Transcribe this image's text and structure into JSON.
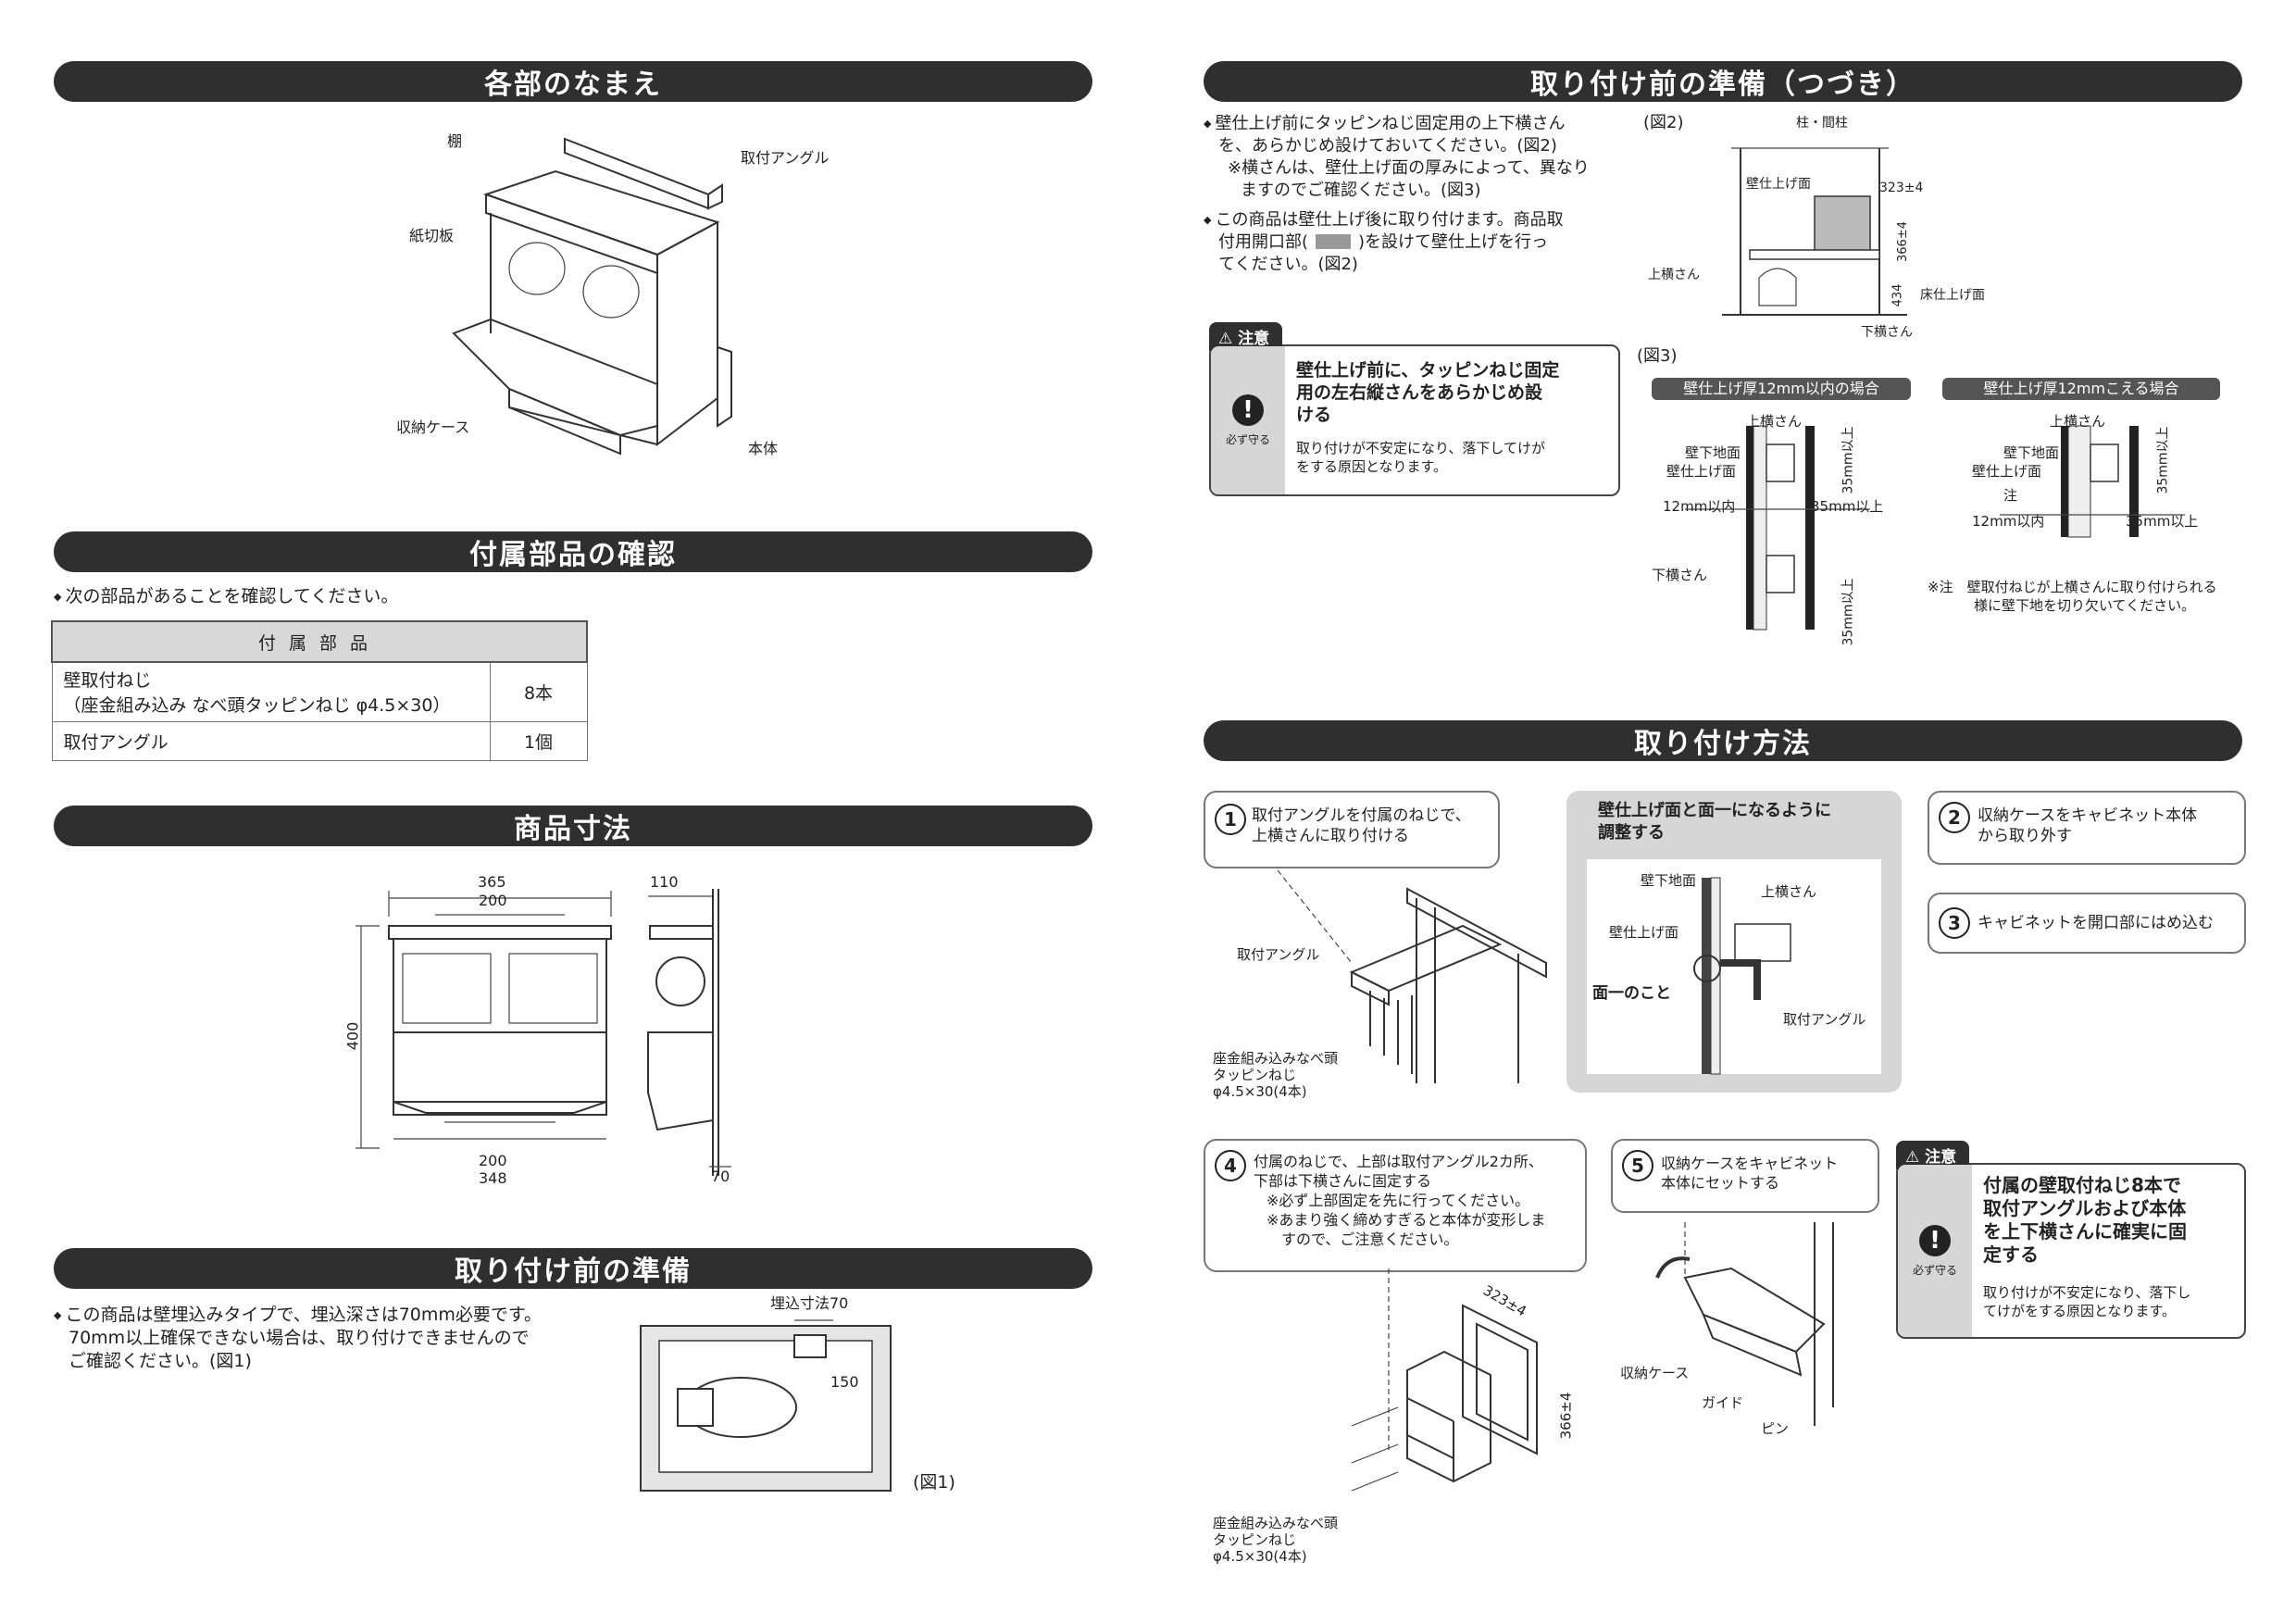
{
  "left": {
    "parts_names": {
      "title": "各部のなまえ",
      "labels": {
        "shelf": "棚",
        "mount_angle": "取付アングル",
        "paper_cutter": "紙切板",
        "storage_case": "収納ケース",
        "body": "本体"
      }
    },
    "accessories": {
      "title": "付属部品の確認",
      "intro": "次の部品があることを確認してください。",
      "table_header": "付属部品",
      "rows": [
        {
          "name": "壁取付ねじ",
          "sub": "（座金組み込み なべ頭タッピンねじ φ4.5×30）",
          "qty": "8本"
        },
        {
          "name": "取付アングル",
          "sub": "",
          "qty": "1個"
        }
      ]
    },
    "dimensions": {
      "title": "商品寸法",
      "labels": {
        "w_top": "365",
        "w_top_inner": "200",
        "height": "400",
        "w_bottom_inner": "200",
        "w_bottom": "348",
        "depth_top": "110",
        "depth_bottom": "70"
      }
    },
    "prep": {
      "title": "取り付け前の準備",
      "text": [
        "この商品は壁埋込みタイプで、埋込深さは70mm必要です。",
        "70mm以上確保できない場合は、取り付けできませんので",
        "ご確認ください。(図1)"
      ],
      "fig_labels": {
        "depth": "埋込寸法70",
        "dim": "150",
        "caption": "(図1)"
      }
    }
  },
  "right": {
    "prep_cont": {
      "title": "取り付け前の準備（つづき）",
      "bullet1": [
        "壁仕上げ前にタッピンねじ固定用の上下横さん",
        "を、あらかじめ設けておいてください。(図2)",
        "※横さんは、壁仕上げ面の厚みによって、異なり",
        "ますのでご確認ください。(図3)"
      ],
      "bullet2": [
        "この商品は壁仕上げ後に取り付けます。商品取",
        "付用開口部(",
        ")を設けて壁仕上げを行っ",
        "てください。(図2)"
      ],
      "fig2": {
        "caption": "(図2)",
        "pillar": "柱・間柱",
        "wall_finish": "壁仕上げ面",
        "w": "323±4",
        "h1": "366±4",
        "h2": "434",
        "upper": "上横さん",
        "floor": "床仕上げ面",
        "lower": "下横さん"
      },
      "caution": {
        "tag": "注意",
        "must": "必ず守る",
        "head": [
          "壁仕上げ前に、タッピンねじ固定",
          "用の左右縦さんをあらかじめ設",
          "ける"
        ],
        "body": [
          "取り付けが不安定になり、落下してけが",
          "をする原因となります。"
        ]
      },
      "fig3": {
        "caption": "(図3)",
        "band_a": "壁仕上げ厚12mm以内の場合",
        "band_b": "壁仕上げ厚12mmこえる場合",
        "upper": "上横さん",
        "wall_base": "壁下地面",
        "wall_finish": "壁仕上げ面",
        "within12": "12mm以内",
        "over35": "35mm以上",
        "v35": "35mm以上",
        "lower": "下横さん",
        "note_mark": "注",
        "note": [
          "※注　壁取付ねじが上横さんに取り付けられる",
          "様に壁下地を切り欠いてください。"
        ]
      }
    },
    "install": {
      "title": "取り付け方法",
      "step1": [
        "取付アングルを付属のねじで、",
        "上横さんに取り付ける"
      ],
      "step1_labels": {
        "angle": "取付アングル",
        "screw": [
          "座金組み込みなべ頭",
          "タッピンねじ",
          "φ4.5×30(4本)"
        ]
      },
      "adjust": {
        "title": [
          "壁仕上げ面と面一になるように",
          "調整する"
        ],
        "wall_base": "壁下地面",
        "wall_finish": "壁仕上げ面",
        "upper": "上横さん",
        "flush": "面一のこと",
        "angle": "取付アングル"
      },
      "step2": [
        "収納ケースをキャビネット本体",
        "から取り外す"
      ],
      "step3": "キャビネットを開口部にはめ込む",
      "step4": [
        "付属のねじで、上部は取付アングル2カ所、",
        "下部は下横さんに固定する",
        "※必ず上部固定を先に行ってください。",
        "※あまり強く締めすぎると本体が変形しま",
        "　すので、ご注意ください。"
      ],
      "step4_labels": {
        "w": "323±4",
        "h": "366±4",
        "screw": [
          "座金組み込みなべ頭",
          "タッピンねじ",
          "φ4.5×30(4本)"
        ]
      },
      "step5": [
        "収納ケースをキャビネット",
        "本体にセットする"
      ],
      "step5_labels": {
        "case": "収納ケース",
        "guide": "ガイド",
        "pin": "ピン"
      },
      "caution": {
        "tag": "注意",
        "must": "必ず守る",
        "head": [
          "付属の壁取付ねじ8本で",
          "取付アングルおよび本体",
          "を上下横さんに確実に固",
          "定する"
        ],
        "body": [
          "取り付けが不安定になり、落下し",
          "てけがをする原因となります。"
        ]
      }
    }
  }
}
